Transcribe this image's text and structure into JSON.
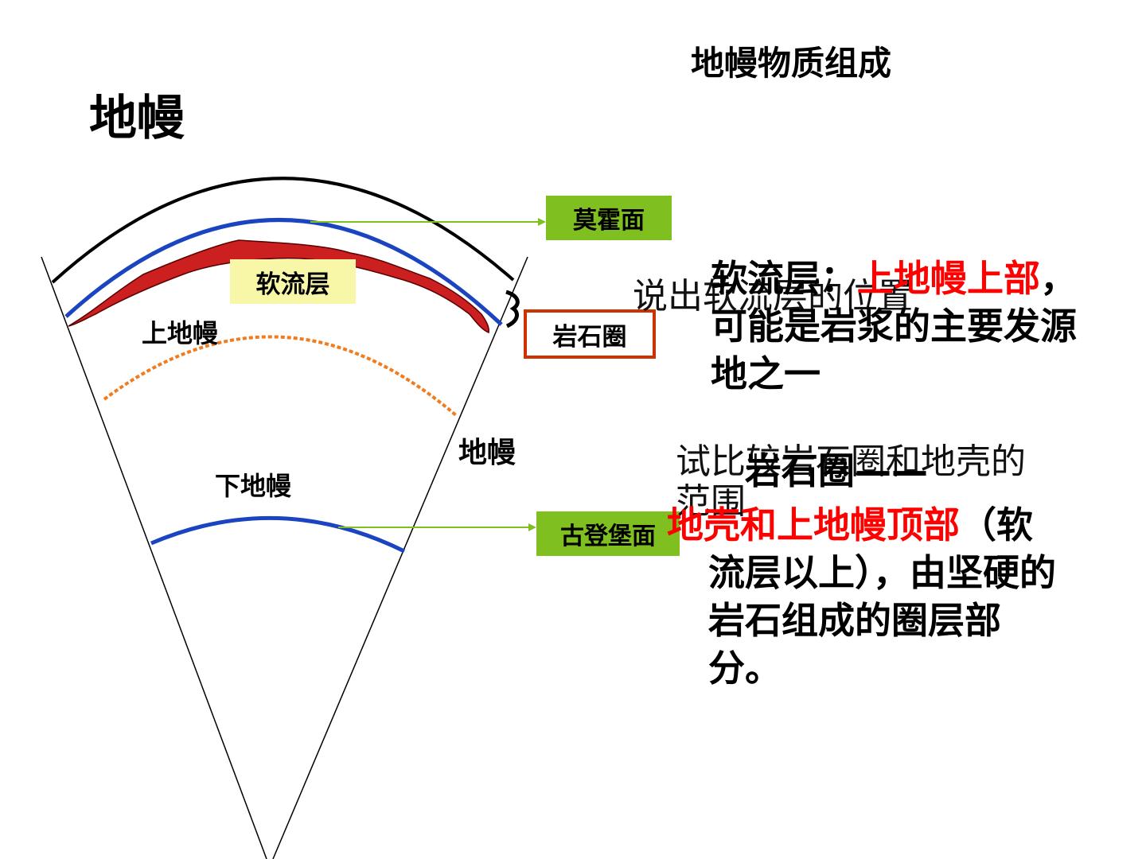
{
  "title": "地幔",
  "subtitle": "地幔物质组成",
  "diagram": {
    "moho_label": "莫霍面",
    "gutenberg_label": "古登堡面",
    "asthenosphere_label": "软流层",
    "lithosphere_label": "岩石圈",
    "upper_mantle_label": "上地幔",
    "mantle_label": "地幔",
    "lower_mantle_label": "下地幔",
    "colors": {
      "moho_line": "#1a44c0",
      "asthenosphere_fill": "#cc1f1f",
      "upper_lower_boundary": "#f07c1e",
      "label_box_green": "#7fbf1f",
      "label_box_yellow": "#f8f7a8",
      "lithosphere_border": "#cc3300"
    }
  },
  "questions": {
    "q1": "说出软流层的位置",
    "q2": "试比较岩石圈和地壳的范围"
  },
  "answers": {
    "a1_head": "软流层：",
    "a1_red": "上地幔上部",
    "a1_rest_1": "，",
    "a1_rest_2": "可能是岩浆的主要发源地之一",
    "a2_head": "岩石圈——",
    "a2_red": "地壳和上地幔顶部",
    "a2_rest_1": "（软",
    "a2_rest_2": "流层以上），由坚硬的岩石组成的圈层部分。"
  }
}
